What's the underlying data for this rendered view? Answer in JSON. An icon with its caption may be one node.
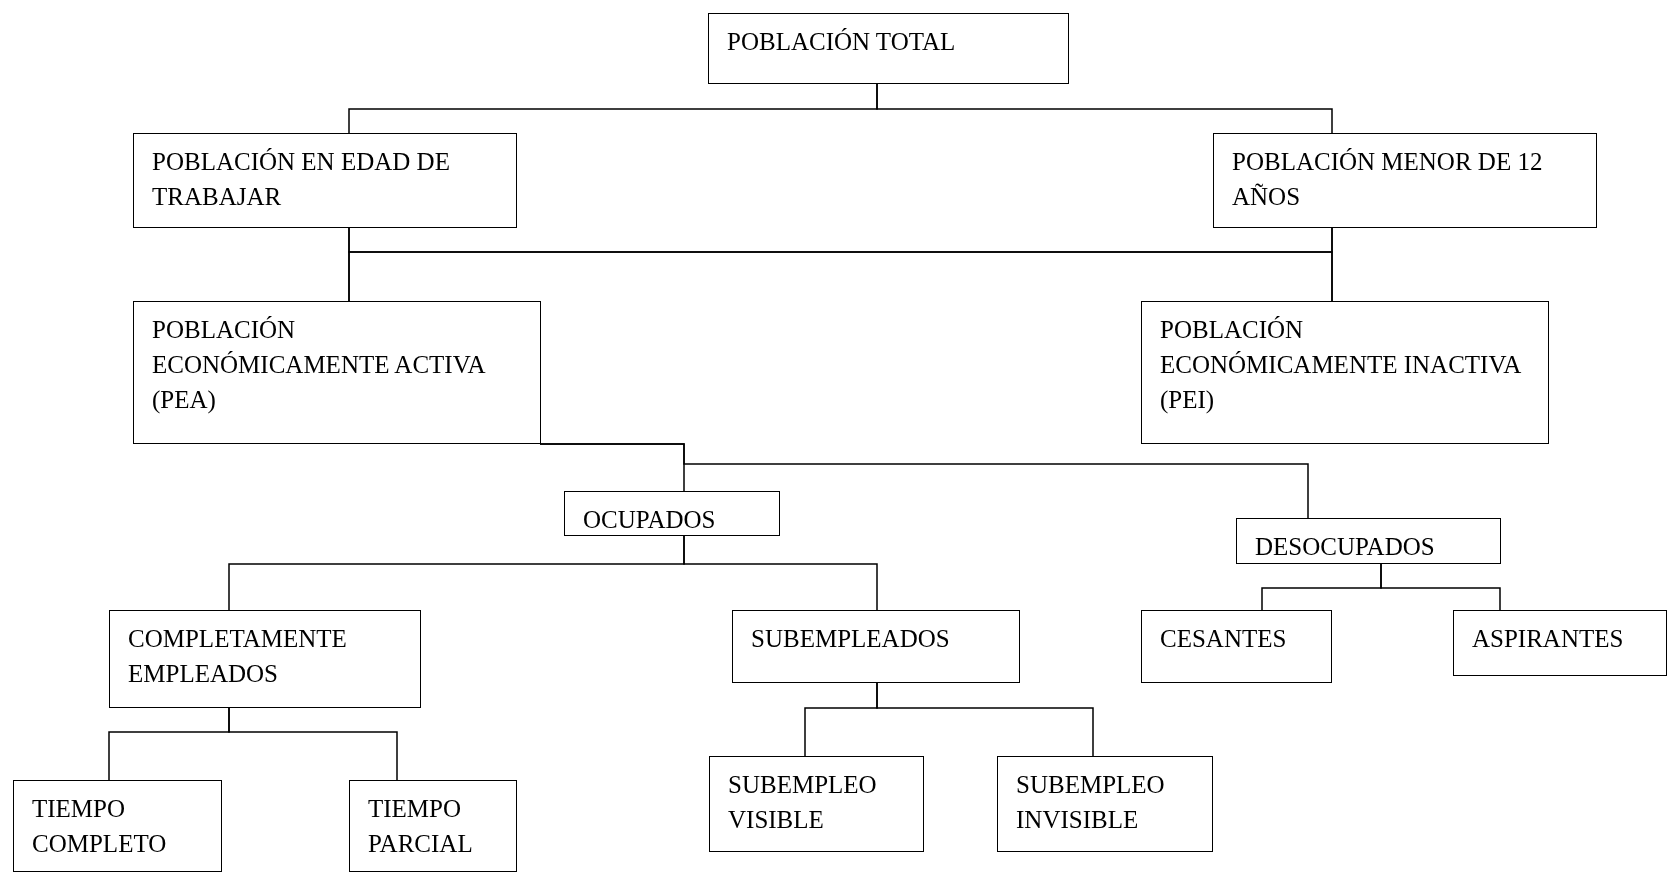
{
  "diagram": {
    "nodes": [
      {
        "text": [
          "POBLACIÓN TOTAL"
        ]
      },
      {
        "text": [
          "POBLACIÓN EN EDAD DE TRABAJAR"
        ]
      },
      {
        "text": [
          "POBLACIÓN MENOR DE 12 AÑOS"
        ]
      },
      {
        "text": [
          "POBLACIÓN ECONÓMICAMENTE ACTIVA (PEA)"
        ]
      },
      {
        "text": [
          "POBLACIÓN ECONÓMICAMENTE INACTIVA (PEI)"
        ]
      },
      {
        "text": [
          "OCUPADOS"
        ]
      },
      {
        "text": [
          "DESOCUPADOS"
        ]
      },
      {
        "text": [
          "COMPLETAMENTE EMPLEADOS"
        ]
      },
      {
        "text": [
          "SUBEMPLEADOS"
        ]
      },
      {
        "text": [
          "CESANTES"
        ]
      },
      {
        "text": [
          "ASPIRANTES"
        ]
      },
      {
        "text": [
          "TIEMPO COMPLETO"
        ]
      },
      {
        "text": [
          "TIEMPO PARCIAL"
        ]
      },
      {
        "text": [
          "SUBEMPLEO VISIBLE"
        ]
      },
      {
        "text": [
          "SUBEMPLEO INVISIBLE"
        ]
      }
    ],
    "edges": [
      {
        "from": 0,
        "to": 1,
        "arrow": "none"
      },
      {
        "from": 0,
        "to": 2,
        "arrow": "none"
      },
      {
        "from": 1,
        "to": 3,
        "arrow": "none"
      },
      {
        "from": 1,
        "to": 4,
        "arrow": "none"
      },
      {
        "from": 2,
        "to": 3,
        "arrow": "none"
      },
      {
        "from": 2,
        "to": 4,
        "arrow": "none"
      },
      {
        "from": 3,
        "to": 5,
        "arrow": "none"
      },
      {
        "from": 3,
        "to": 6,
        "arrow": "none"
      },
      {
        "from": 5,
        "to": 7,
        "arrow": "none"
      },
      {
        "from": 5,
        "to": 8,
        "arrow": "none"
      },
      {
        "from": 6,
        "to": 9,
        "arrow": "none"
      },
      {
        "from": 6,
        "to": 10,
        "arrow": "none"
      },
      {
        "from": 7,
        "to": 11,
        "arrow": "none"
      },
      {
        "from": 7,
        "to": 12,
        "arrow": "none"
      },
      {
        "from": 8,
        "to": 13,
        "arrow": "none"
      },
      {
        "from": 8,
        "to": 14,
        "arrow": "none"
      }
    ]
  }
}
